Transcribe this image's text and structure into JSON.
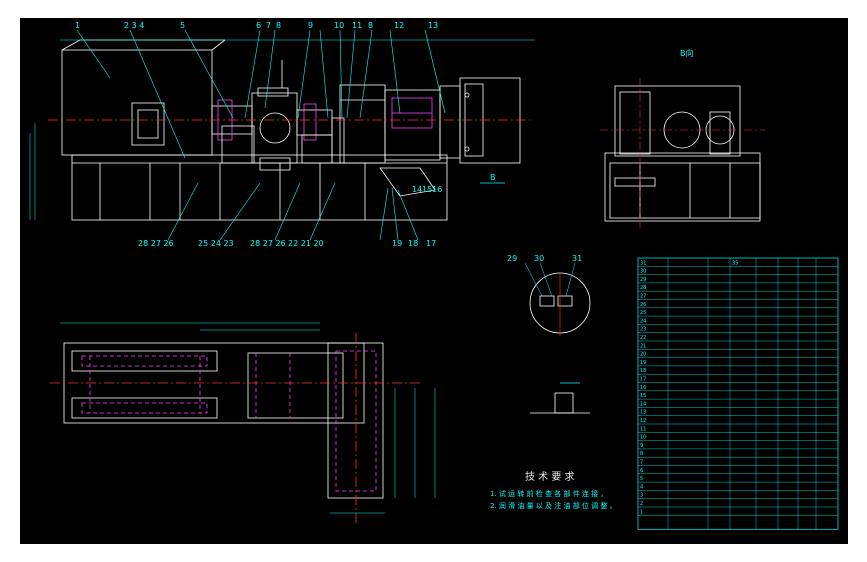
{
  "colors": {
    "outline": "#ffffff",
    "dim": "#00ffff",
    "center": "#ff3030",
    "hidden": "#ff40ff",
    "callout": "#00ffff",
    "table": "#00ffff",
    "tech": "#00ffff",
    "note_title": "#e8e8e8",
    "green": "#30ff60",
    "yellow": "#ffff40"
  },
  "balloons_top": [
    "1",
    "2 3 4",
    "5",
    "6",
    "7",
    "8",
    "9",
    "10",
    "11",
    "8",
    "12",
    "13"
  ],
  "balloons_bottom": [
    "28 27 26",
    "25 24 23",
    "28 27 26",
    "22 21 20",
    "19",
    "18",
    "17"
  ],
  "balloons_right": [
    "14",
    "15",
    "16"
  ],
  "detail_labels": [
    "29",
    "30",
    "31"
  ],
  "view_label_b": "B",
  "view_label_b2": "B向",
  "tech_title": "技 术 要 求",
  "tech_lines": [
    "1.  试 运 转 前 检 查 各 部 件 连 接 ，",
    "2.  润 滑 油 量 以 及 注 油 部 位 调 整 。"
  ],
  "table_rows": [
    [
      "31",
      "",
      "",
      "35",
      "",
      "",
      "",
      ""
    ],
    [
      "30",
      "",
      "",
      "",
      "",
      "",
      "",
      ""
    ],
    [
      "29",
      "",
      "",
      "",
      "",
      "",
      "",
      ""
    ],
    [
      "28",
      "",
      "",
      "",
      "",
      "",
      "",
      ""
    ],
    [
      "27",
      "",
      "",
      "",
      "",
      "",
      "",
      ""
    ],
    [
      "26",
      "",
      "",
      "",
      "",
      "",
      "",
      ""
    ],
    [
      "25",
      "",
      "",
      "",
      "",
      "",
      "",
      ""
    ],
    [
      "24",
      "",
      "",
      "",
      "",
      "",
      "",
      ""
    ],
    [
      "23",
      "",
      "",
      "",
      "",
      "",
      "",
      ""
    ],
    [
      "22",
      "",
      "",
      "",
      "",
      "",
      "",
      ""
    ],
    [
      "21",
      "",
      "",
      "",
      "",
      "",
      "",
      ""
    ],
    [
      "20",
      "",
      "",
      "",
      "",
      "",
      "",
      ""
    ],
    [
      "19",
      "",
      "",
      "",
      "",
      "",
      "",
      ""
    ],
    [
      "18",
      "",
      "",
      "",
      "",
      "",
      "",
      ""
    ],
    [
      "17",
      "",
      "",
      "",
      "",
      "",
      "",
      ""
    ],
    [
      "16",
      "",
      "",
      "",
      "",
      "",
      "",
      ""
    ],
    [
      "15",
      "",
      "",
      "",
      "",
      "",
      "",
      ""
    ],
    [
      "14",
      "",
      "",
      "",
      "",
      "",
      "",
      ""
    ],
    [
      "13",
      "",
      "",
      "",
      "",
      "",
      "",
      ""
    ],
    [
      "12",
      "",
      "",
      "",
      "",
      "",
      "",
      ""
    ],
    [
      "11",
      "",
      "",
      "",
      "",
      "",
      "",
      ""
    ],
    [
      "10",
      "",
      "",
      "",
      "",
      "",
      "",
      ""
    ],
    [
      "9",
      "",
      "",
      "",
      "",
      "",
      "",
      ""
    ],
    [
      "8",
      "",
      "",
      "",
      "",
      "",
      "",
      ""
    ],
    [
      "7",
      "",
      "",
      "",
      "",
      "",
      "",
      ""
    ],
    [
      "6",
      "",
      "",
      "",
      "",
      "",
      "",
      ""
    ],
    [
      "5",
      "",
      "",
      "",
      "",
      "",
      "",
      ""
    ],
    [
      "4",
      "",
      "",
      "",
      "",
      "",
      "",
      ""
    ],
    [
      "3",
      "",
      "",
      "",
      "",
      "",
      "",
      ""
    ],
    [
      "2",
      "",
      "",
      "",
      "",
      "",
      "",
      ""
    ],
    [
      "1",
      "",
      "",
      "",
      "",
      "",
      "",
      ""
    ]
  ]
}
